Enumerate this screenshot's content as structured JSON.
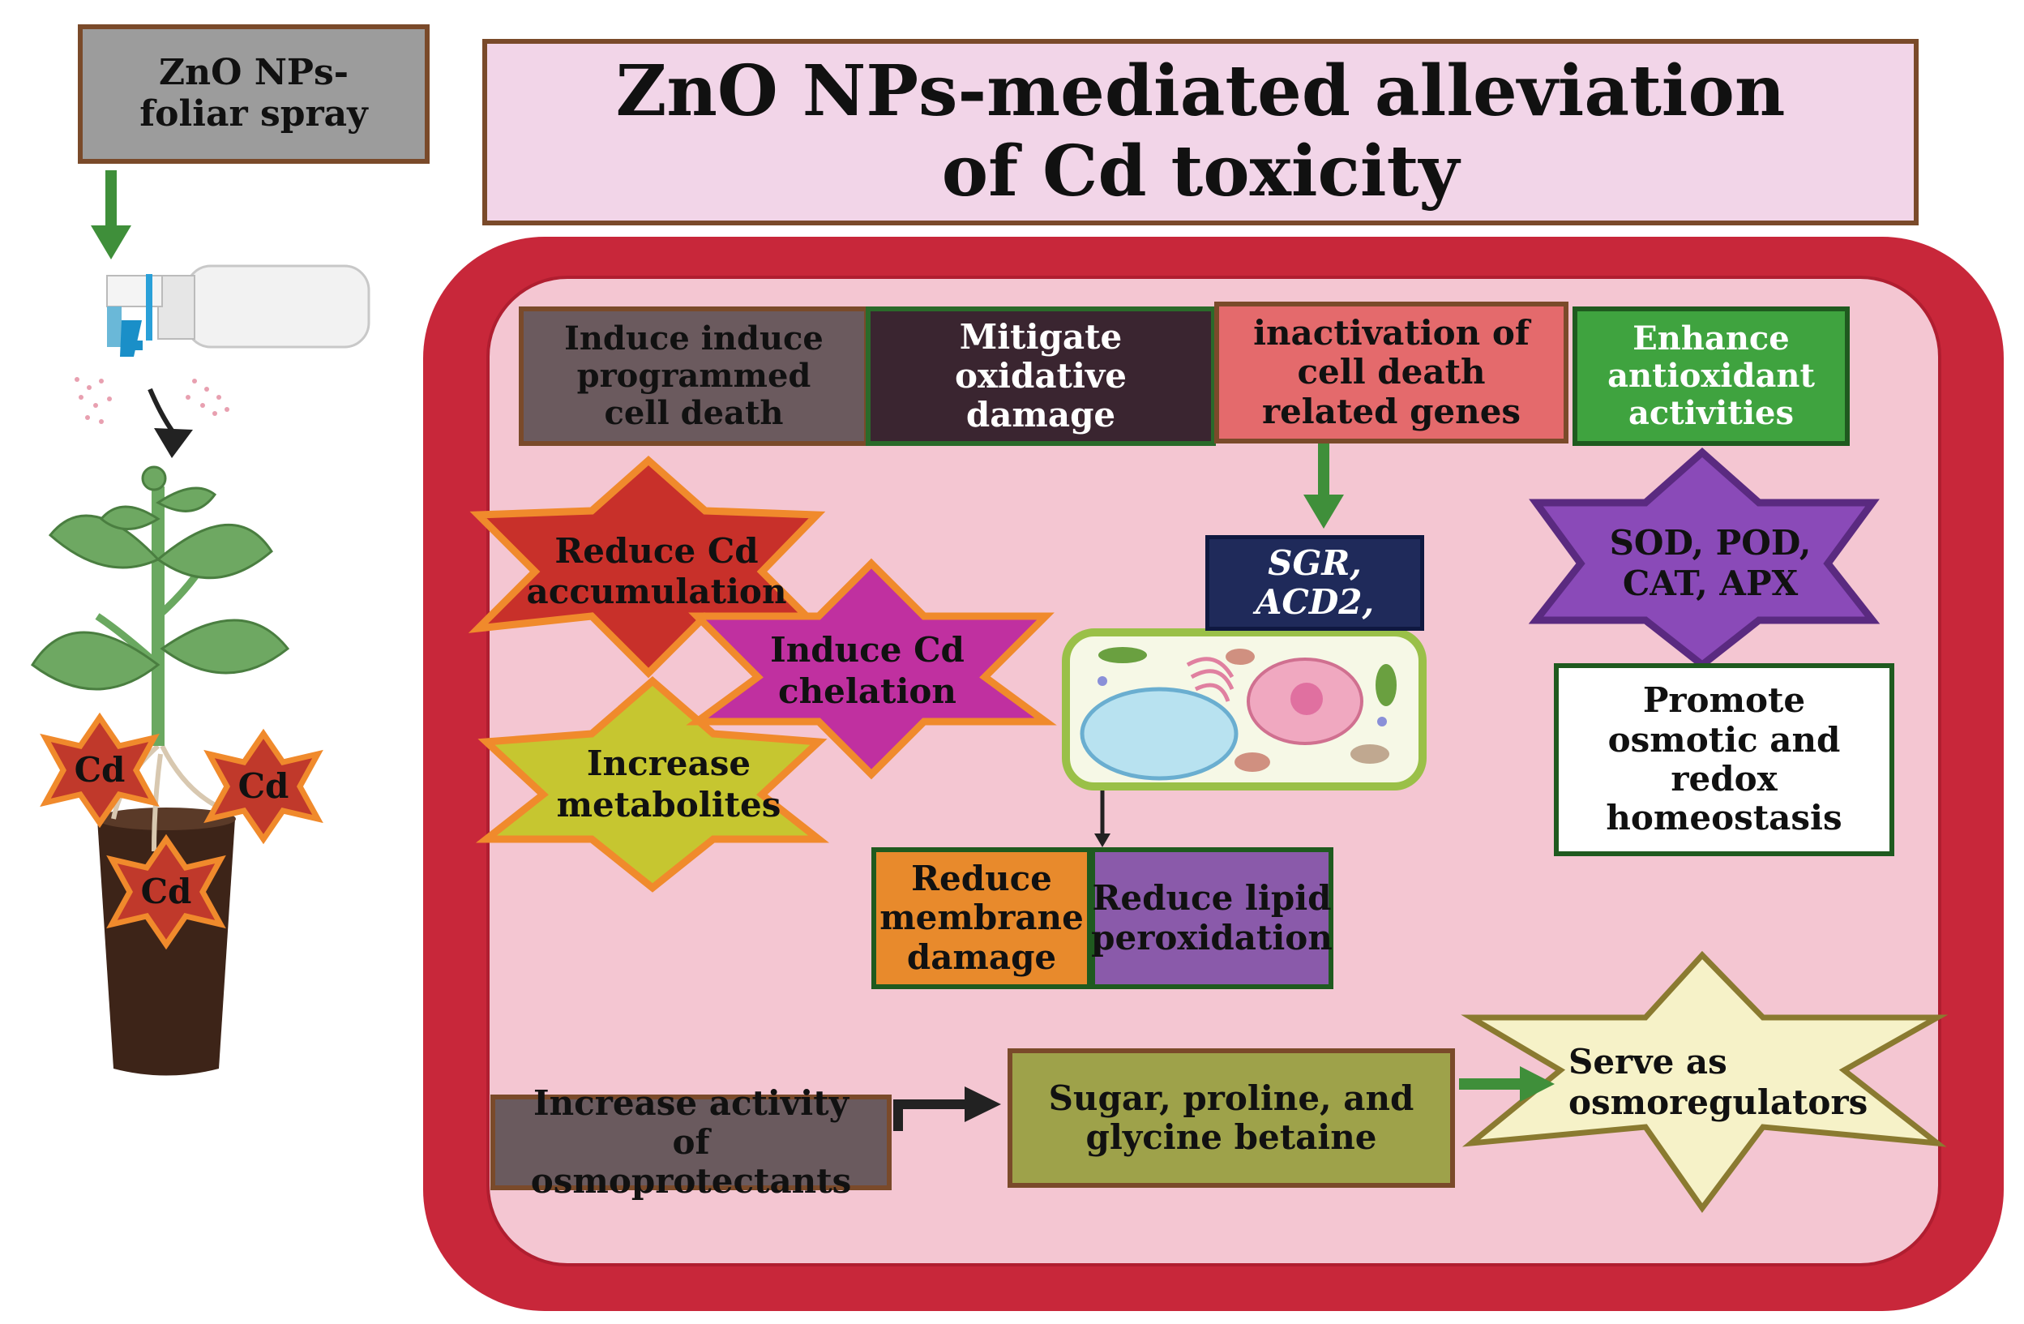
{
  "title": "ZnO NPs-mediated alleviation of Cd toxicity",
  "spray_label": "ZnO NPs-foliar spray",
  "cd_labels": [
    "Cd",
    "Cd",
    "Cd"
  ],
  "boxes": {
    "pcd": "Induce induce programmed cell death",
    "oxidative": "Mitigate oxidative damage",
    "genes": "inactivation of cell death related genes",
    "antioxidant": "Enhance antioxidant activities",
    "gene_names": "SGR, ACD2,",
    "membrane": "Reduce membrane damage",
    "lipid": "Reduce lipid peroxidation",
    "homeostasis": "Promote osmotic and redox homeostasis",
    "osmoprotectants": "Increase activity of osmoprotectants",
    "sugar": "Sugar, proline, and glycine betaine"
  },
  "stars": {
    "cd_accumulation": "Reduce Cd accumulation",
    "chelation": "Induce Cd chelation",
    "metabolites": "Increase metabolites",
    "enzymes": "SOD, POD, CAT, APX",
    "osmoregulators": "Serve as osmoregulators"
  },
  "colors": {
    "title_bg": "#f2d5e8",
    "brown_border": "#7a4a2a",
    "panel_red": "#c8273a",
    "panel_pink": "#f4c6d2",
    "green_arrow": "#3f8f3a",
    "spray_box": "#9c9c9c",
    "pcd_box": "#6b5a5e",
    "oxidative_box": "#3a2530",
    "genes_box": "#e46a6c",
    "antioxidant_box": "#3fa33f",
    "gene_names_box": "#1f2a5a",
    "membrane_box": "#e88a2c",
    "lipid_box": "#8a5aaa",
    "sugar_box": "#9ea24a",
    "osmo_box": "#6a5a5e",
    "star_red": "#c0392b",
    "star_magenta": "#c030a0",
    "star_yellowgreen": "#c6c630",
    "star_purple": "#8a4ab8",
    "star_cream": "#f6f2c8"
  },
  "icons": [
    "spray-bottle-icon",
    "plant-pot-icon",
    "plant-cell-icon",
    "curved-arrow-icon"
  ]
}
